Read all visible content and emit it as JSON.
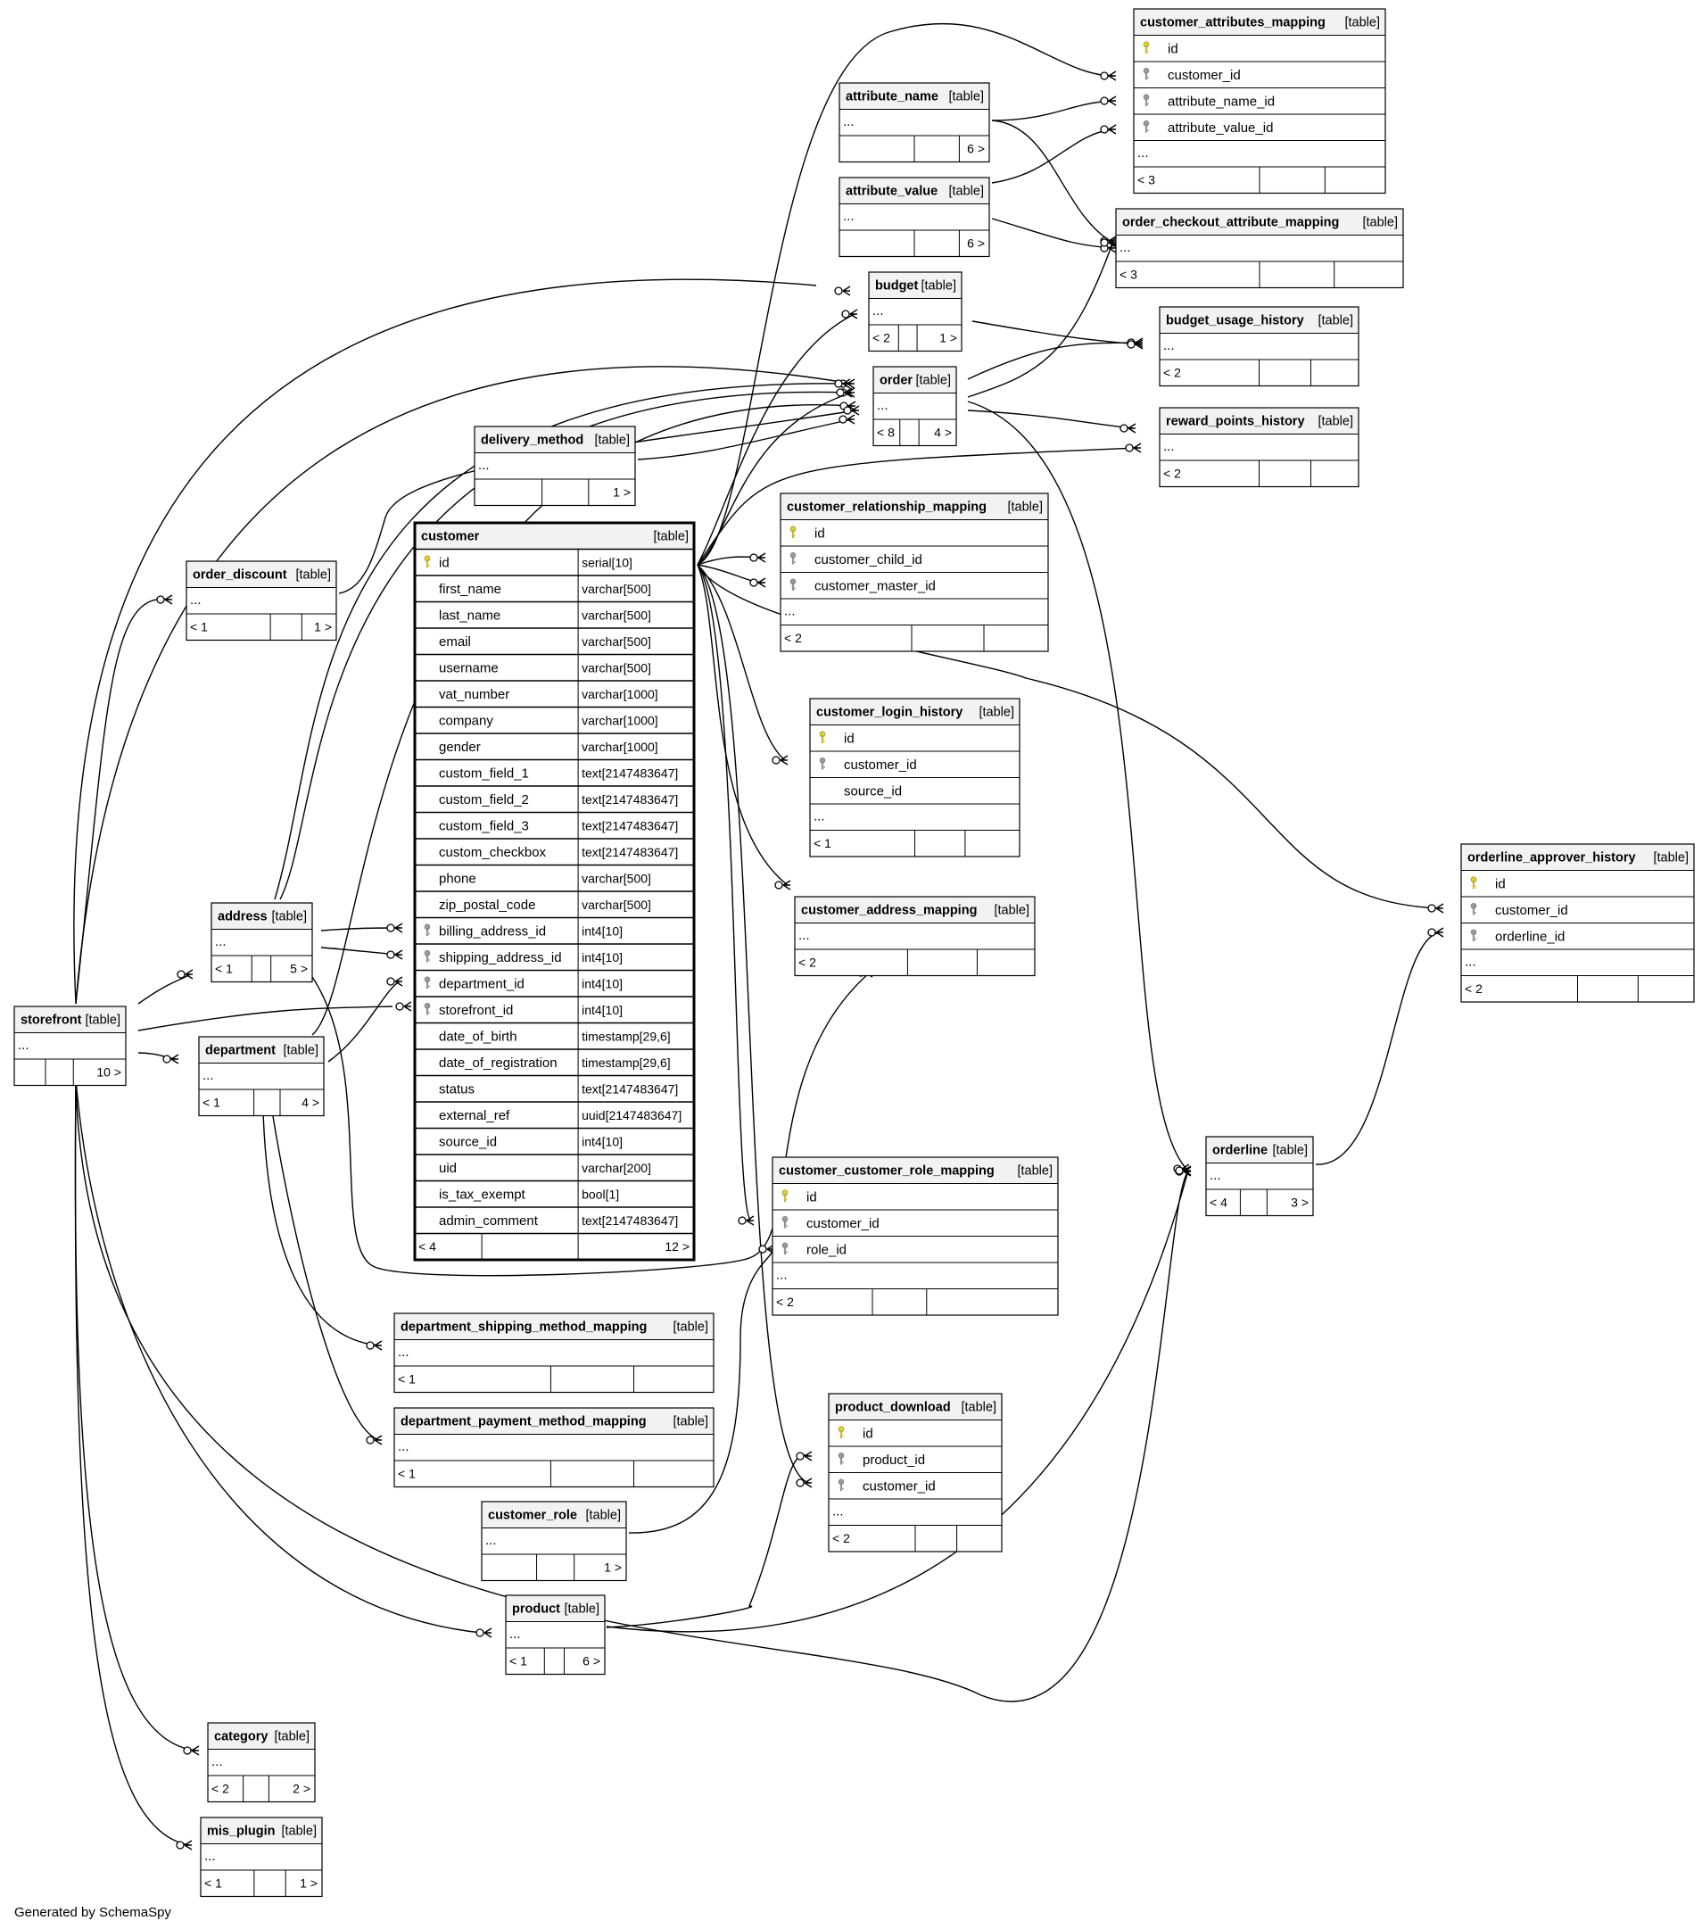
{
  "footer": "Generated by SchemaSpy",
  "type_tag": "[table]",
  "more_glyph": "...",
  "colors": {
    "line": "#000000",
    "header_fill": "#f2f2f2",
    "pk_key": "#e8d800",
    "fk_key": "#9a9a9a"
  },
  "tables": [
    {
      "id": "customer_attributes_mapping",
      "name": "customer_attributes_mapping",
      "columns": [
        {
          "name": "id",
          "key": "pk"
        },
        {
          "name": "customer_id",
          "key": "fk"
        },
        {
          "name": "attribute_name_id",
          "key": "fk"
        },
        {
          "name": "attribute_value_id",
          "key": "fk"
        }
      ],
      "footer": [
        "< 3",
        "",
        ""
      ]
    },
    {
      "id": "attribute_name",
      "name": "attribute_name",
      "columns": [],
      "footer": [
        "",
        "",
        "6 >"
      ]
    },
    {
      "id": "attribute_value",
      "name": "attribute_value",
      "columns": [],
      "footer": [
        "",
        "",
        "6 >"
      ]
    },
    {
      "id": "order_checkout_attribute_mapping",
      "name": "order_checkout_attribute_mapping",
      "columns": [],
      "footer": [
        "< 3",
        "",
        ""
      ]
    },
    {
      "id": "budget",
      "name": "budget",
      "columns": [],
      "footer": [
        "< 2",
        "",
        "1 >"
      ]
    },
    {
      "id": "budget_usage_history",
      "name": "budget_usage_history",
      "columns": [],
      "footer": [
        "< 2",
        "",
        ""
      ]
    },
    {
      "id": "order",
      "name": "order",
      "columns": [],
      "footer": [
        "< 8",
        "",
        "4 >"
      ]
    },
    {
      "id": "reward_points_history",
      "name": "reward_points_history",
      "columns": [],
      "footer": [
        "< 2",
        "",
        ""
      ]
    },
    {
      "id": "delivery_method",
      "name": "delivery_method",
      "columns": [],
      "footer": [
        "",
        "",
        "1 >"
      ]
    },
    {
      "id": "customer",
      "name": "customer",
      "bold": true,
      "columns": [
        {
          "name": "id",
          "type": "serial[10]",
          "key": "pk"
        },
        {
          "name": "first_name",
          "type": "varchar[500]"
        },
        {
          "name": "last_name",
          "type": "varchar[500]"
        },
        {
          "name": "email",
          "type": "varchar[500]"
        },
        {
          "name": "username",
          "type": "varchar[500]"
        },
        {
          "name": "vat_number",
          "type": "varchar[1000]"
        },
        {
          "name": "company",
          "type": "varchar[1000]"
        },
        {
          "name": "gender",
          "type": "varchar[1000]"
        },
        {
          "name": "custom_field_1",
          "type": "text[2147483647]"
        },
        {
          "name": "custom_field_2",
          "type": "text[2147483647]"
        },
        {
          "name": "custom_field_3",
          "type": "text[2147483647]"
        },
        {
          "name": "custom_checkbox",
          "type": "text[2147483647]"
        },
        {
          "name": "phone",
          "type": "varchar[500]"
        },
        {
          "name": "zip_postal_code",
          "type": "varchar[500]"
        },
        {
          "name": "billing_address_id",
          "type": "int4[10]",
          "key": "fk"
        },
        {
          "name": "shipping_address_id",
          "type": "int4[10]",
          "key": "fk"
        },
        {
          "name": "department_id",
          "type": "int4[10]",
          "key": "fk"
        },
        {
          "name": "storefront_id",
          "type": "int4[10]",
          "key": "fk"
        },
        {
          "name": "date_of_birth",
          "type": "timestamp[29,6]"
        },
        {
          "name": "date_of_registration",
          "type": "timestamp[29,6]"
        },
        {
          "name": "status",
          "type": "text[2147483647]"
        },
        {
          "name": "external_ref",
          "type": "uuid[2147483647]"
        },
        {
          "name": "source_id",
          "type": "int4[10]"
        },
        {
          "name": "uid",
          "type": "varchar[200]"
        },
        {
          "name": "is_tax_exempt",
          "type": "bool[1]"
        },
        {
          "name": "admin_comment",
          "type": "text[2147483647]"
        }
      ],
      "footer": [
        "< 4",
        "",
        "12 >"
      ]
    },
    {
      "id": "order_discount",
      "name": "order_discount",
      "columns": [],
      "footer": [
        "< 1",
        "",
        "1 >"
      ]
    },
    {
      "id": "customer_relationship_mapping",
      "name": "customer_relationship_mapping",
      "columns": [
        {
          "name": "id",
          "key": "pk"
        },
        {
          "name": "customer_child_id",
          "key": "fk"
        },
        {
          "name": "customer_master_id",
          "key": "fk"
        }
      ],
      "footer": [
        "< 2",
        "",
        ""
      ]
    },
    {
      "id": "customer_login_history",
      "name": "customer_login_history",
      "columns": [
        {
          "name": "id",
          "key": "pk"
        },
        {
          "name": "customer_id",
          "key": "fk"
        },
        {
          "name": "source_id"
        }
      ],
      "footer": [
        "< 1",
        "",
        ""
      ]
    },
    {
      "id": "orderline_approver_history",
      "name": "orderline_approver_history",
      "columns": [
        {
          "name": "id",
          "key": "pk"
        },
        {
          "name": "customer_id",
          "key": "fk"
        },
        {
          "name": "orderline_id",
          "key": "fk"
        }
      ],
      "footer": [
        "< 2",
        "",
        ""
      ]
    },
    {
      "id": "address",
      "name": "address",
      "columns": [],
      "footer": [
        "< 1",
        "",
        "5 >"
      ]
    },
    {
      "id": "customer_address_mapping",
      "name": "customer_address_mapping",
      "columns": [],
      "footer": [
        "< 2",
        "",
        ""
      ]
    },
    {
      "id": "storefront",
      "name": "storefront",
      "columns": [],
      "footer": [
        "",
        "",
        "10 >"
      ]
    },
    {
      "id": "department",
      "name": "department",
      "columns": [],
      "footer": [
        "< 1",
        "",
        "4 >"
      ]
    },
    {
      "id": "orderline",
      "name": "orderline",
      "columns": [],
      "footer": [
        "< 4",
        "",
        "3 >"
      ]
    },
    {
      "id": "customer_customer_role_mapping",
      "name": "customer_customer_role_mapping",
      "columns": [
        {
          "name": "id",
          "key": "pk"
        },
        {
          "name": "customer_id",
          "key": "fk"
        },
        {
          "name": "role_id",
          "key": "fk"
        }
      ],
      "footer": [
        "< 2",
        "",
        ""
      ]
    },
    {
      "id": "department_shipping_method_mapping",
      "name": "department_shipping_method_mapping",
      "columns": [],
      "footer": [
        "< 1",
        "",
        ""
      ]
    },
    {
      "id": "department_payment_method_mapping",
      "name": "department_payment_method_mapping",
      "columns": [],
      "footer": [
        "< 1",
        "",
        ""
      ]
    },
    {
      "id": "product_download",
      "name": "product_download",
      "columns": [
        {
          "name": "id",
          "key": "pk"
        },
        {
          "name": "product_id",
          "key": "fk"
        },
        {
          "name": "customer_id",
          "key": "fk"
        }
      ],
      "footer": [
        "< 2",
        "",
        ""
      ]
    },
    {
      "id": "customer_role",
      "name": "customer_role",
      "columns": [],
      "footer": [
        "",
        "",
        "1 >"
      ]
    },
    {
      "id": "product",
      "name": "product",
      "columns": [],
      "footer": [
        "< 1",
        "",
        "6 >"
      ]
    },
    {
      "id": "category",
      "name": "category",
      "columns": [],
      "footer": [
        "< 2",
        "",
        "2 >"
      ]
    },
    {
      "id": "mis_plugin",
      "name": "mis_plugin",
      "columns": [],
      "footer": [
        "< 1",
        "",
        "1 >"
      ]
    }
  ]
}
